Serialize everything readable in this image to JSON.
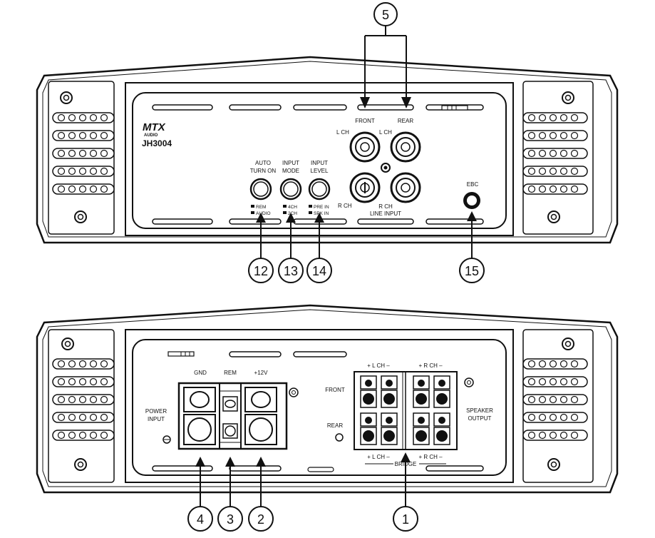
{
  "top_panel": {
    "brand": "MTX",
    "brand_sub": "AUDIO",
    "model": "JH3004",
    "auto_turn_on": [
      "AUTO",
      "TURN ON"
    ],
    "input_mode": [
      "INPUT",
      "MODE"
    ],
    "input_level": [
      "INPUT",
      "LEVEL"
    ],
    "switch_labels": {
      "auto": [
        "REM",
        "AUDIO"
      ],
      "mode": [
        "4CH",
        "2CH"
      ],
      "level": [
        "PRE IN",
        "SPK IN"
      ]
    },
    "front": "FRONT",
    "rear": "REAR",
    "lch_left": "L CH",
    "lch_right": "L CH",
    "rch_left": "R CH",
    "rch_bottom": "R CH",
    "line_input": "LINE INPUT",
    "ebc": "EBC"
  },
  "bottom_panel": {
    "gnd": "GND",
    "rem": "REM",
    "plus12v": "+12V",
    "power_input": [
      "POWER",
      "INPUT"
    ],
    "front": "FRONT",
    "rear": "REAR",
    "lch_top": "+  L CH  –",
    "rch_top": "+  R CH  –",
    "lch_bottom": "+  L CH  –",
    "rch_bottom": "+  R CH  –",
    "bridge": "BRIDGE",
    "speaker_output": [
      "SPEAKER",
      "OUTPUT"
    ]
  },
  "callouts": {
    "c5": "5",
    "c12": "12",
    "c13": "13",
    "c14": "14",
    "c15": "15",
    "c4": "4",
    "c3": "3",
    "c2": "2",
    "c1": "1"
  }
}
